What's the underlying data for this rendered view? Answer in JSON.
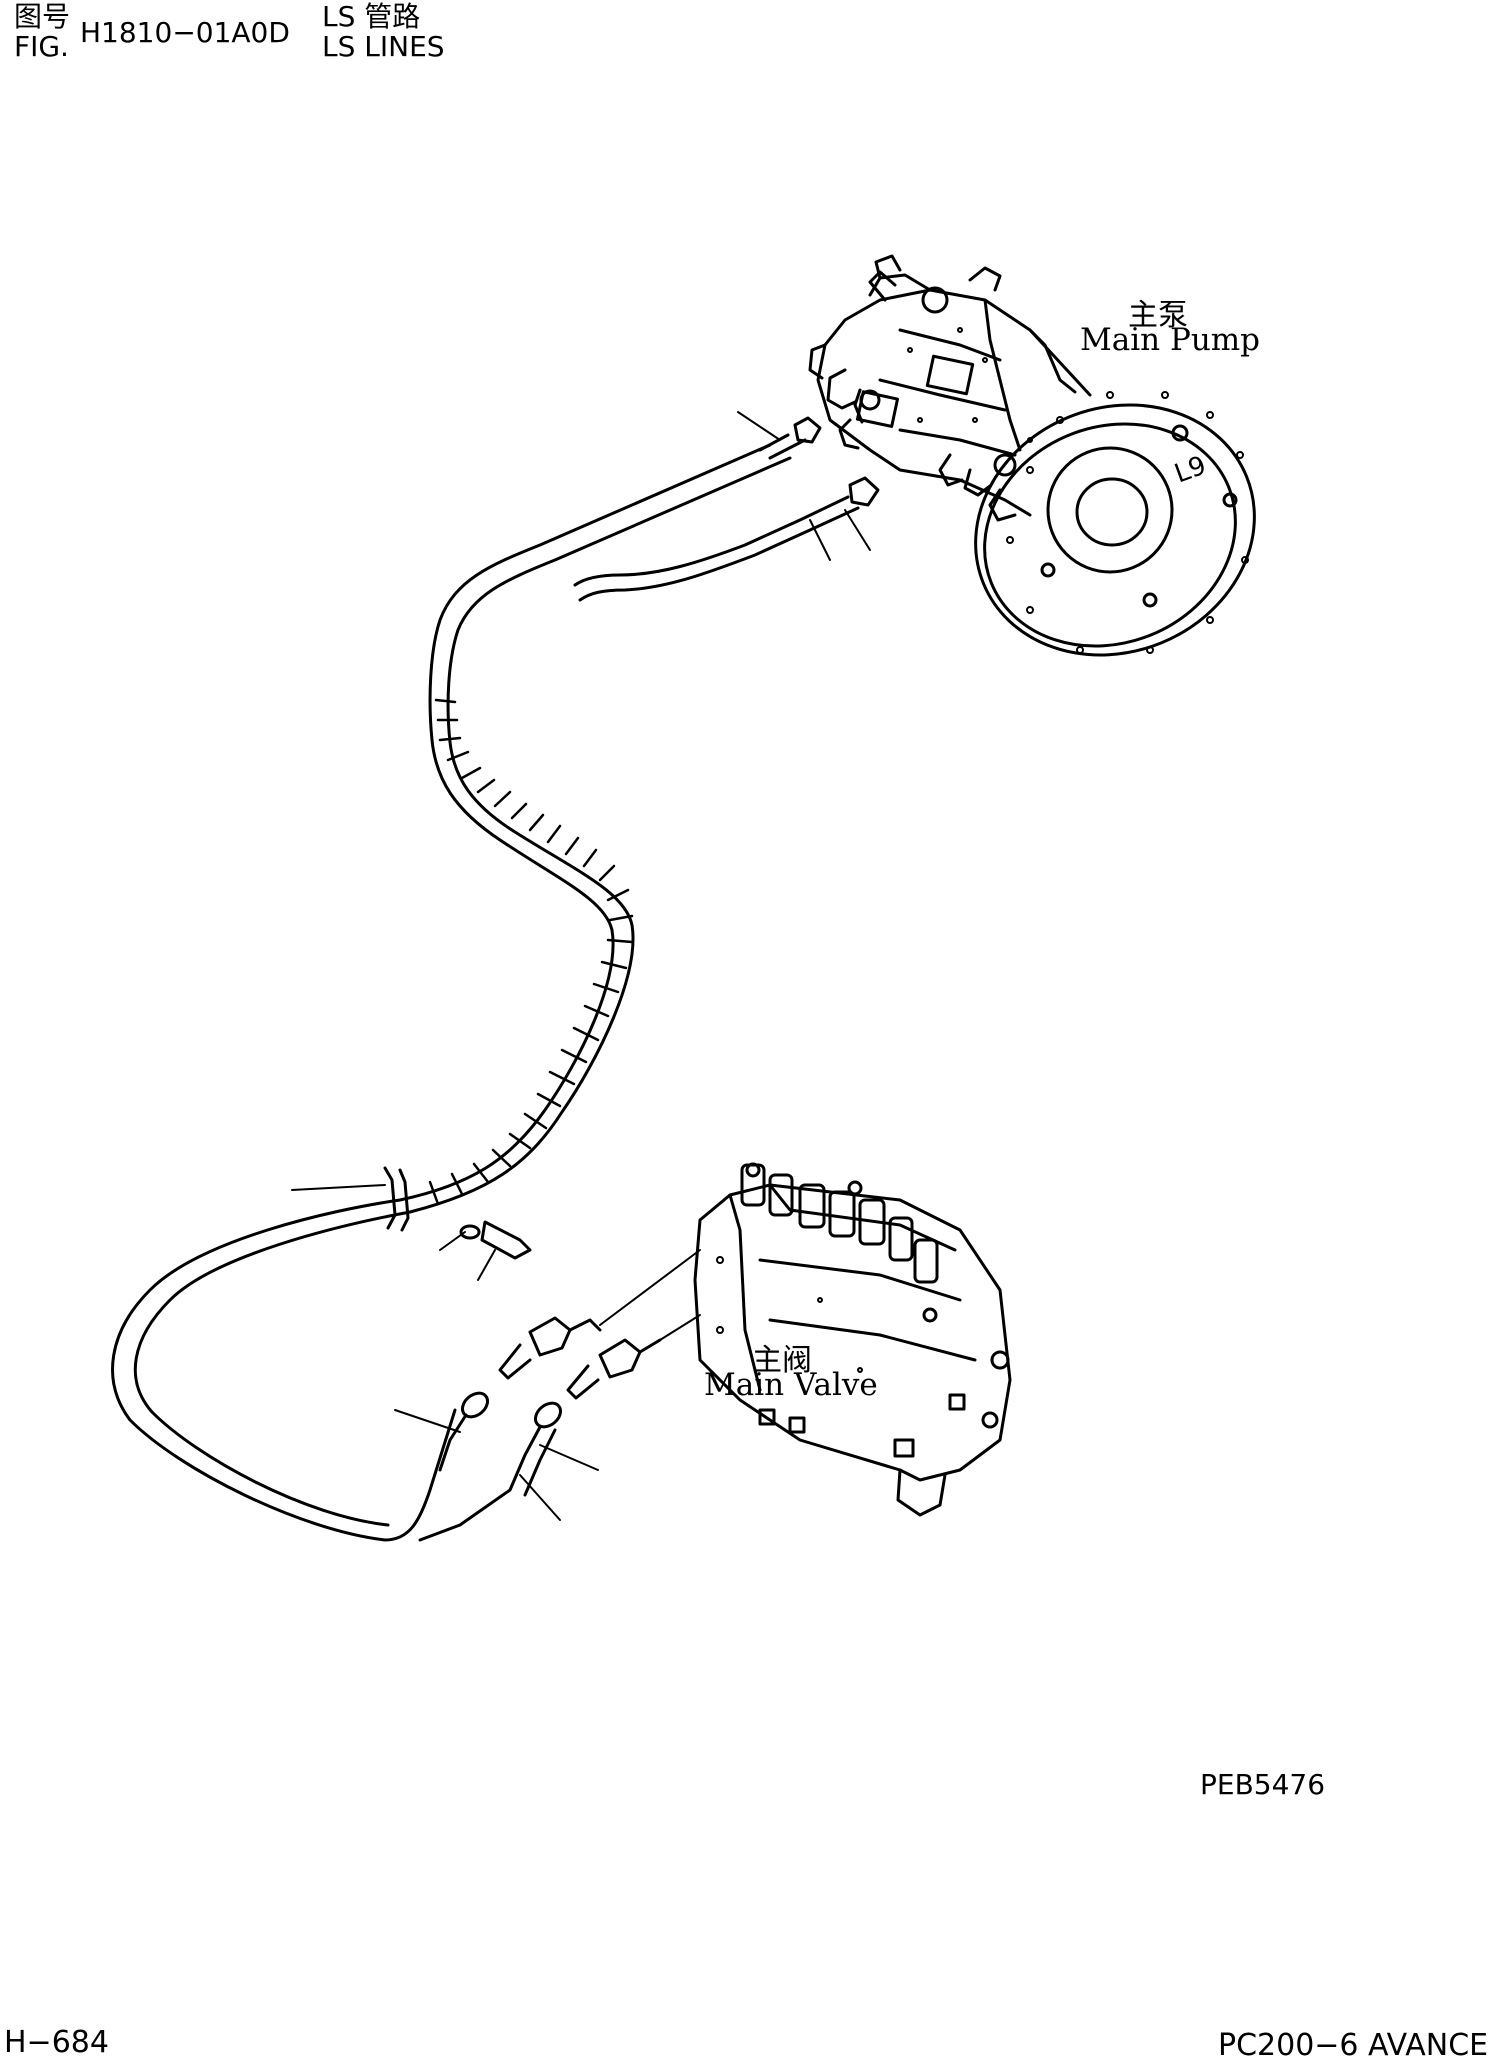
{
  "header": {
    "fig_label_cn": "图号",
    "fig_label_en": "FIG.",
    "fig_number": "H1810−01A0D",
    "title_cn": "LS 管路",
    "title_en": "LS LINES"
  },
  "components": {
    "main_pump_cn": "主泵",
    "main_pump_en": "Main Pump",
    "pump_mark": "L9",
    "main_valve_cn": "主阀",
    "main_valve_en": "Main Valve"
  },
  "drawing_code": "PEB5476",
  "footer": {
    "page": "H−684",
    "model": "PC200−6 AVANCE"
  }
}
